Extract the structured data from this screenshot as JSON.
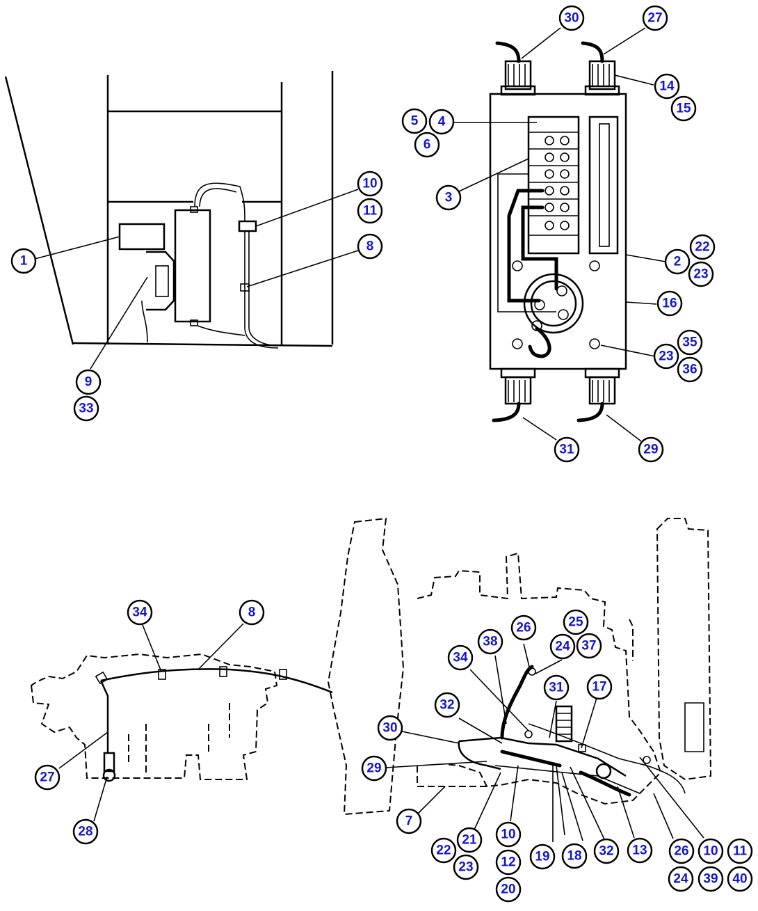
{
  "callouts": [
    {
      "id": "c-1",
      "label": "1"
    },
    {
      "id": "c-2",
      "label": "2"
    },
    {
      "id": "c-3",
      "label": "3"
    },
    {
      "id": "c-4",
      "label": "4"
    },
    {
      "id": "c-5",
      "label": "5"
    },
    {
      "id": "c-6",
      "label": "6"
    },
    {
      "id": "c-7",
      "label": "7"
    },
    {
      "id": "c-8a",
      "label": "8"
    },
    {
      "id": "c-8b",
      "label": "8"
    },
    {
      "id": "c-9",
      "label": "9"
    },
    {
      "id": "c-10a",
      "label": "10"
    },
    {
      "id": "c-10b",
      "label": "10"
    },
    {
      "id": "c-10c",
      "label": "10"
    },
    {
      "id": "c-11a",
      "label": "11"
    },
    {
      "id": "c-11b",
      "label": "11"
    },
    {
      "id": "c-12",
      "label": "12"
    },
    {
      "id": "c-13",
      "label": "13"
    },
    {
      "id": "c-14",
      "label": "14"
    },
    {
      "id": "c-15",
      "label": "15"
    },
    {
      "id": "c-16",
      "label": "16"
    },
    {
      "id": "c-17",
      "label": "17"
    },
    {
      "id": "c-18",
      "label": "18"
    },
    {
      "id": "c-19",
      "label": "19"
    },
    {
      "id": "c-20",
      "label": "20"
    },
    {
      "id": "c-21",
      "label": "21"
    },
    {
      "id": "c-22a",
      "label": "22"
    },
    {
      "id": "c-22b",
      "label": "22"
    },
    {
      "id": "c-23a",
      "label": "23"
    },
    {
      "id": "c-23b",
      "label": "23"
    },
    {
      "id": "c-23c",
      "label": "23"
    },
    {
      "id": "c-24a",
      "label": "24"
    },
    {
      "id": "c-24b",
      "label": "24"
    },
    {
      "id": "c-25",
      "label": "25"
    },
    {
      "id": "c-26a",
      "label": "26"
    },
    {
      "id": "c-26b",
      "label": "26"
    },
    {
      "id": "c-27a",
      "label": "27"
    },
    {
      "id": "c-27b",
      "label": "27"
    },
    {
      "id": "c-28",
      "label": "28"
    },
    {
      "id": "c-29a",
      "label": "29"
    },
    {
      "id": "c-29b",
      "label": "29"
    },
    {
      "id": "c-30a",
      "label": "30"
    },
    {
      "id": "c-30b",
      "label": "30"
    },
    {
      "id": "c-31a",
      "label": "31"
    },
    {
      "id": "c-31b",
      "label": "31"
    },
    {
      "id": "c-32a",
      "label": "32"
    },
    {
      "id": "c-32b",
      "label": "32"
    },
    {
      "id": "c-33",
      "label": "33"
    },
    {
      "id": "c-34a",
      "label": "34"
    },
    {
      "id": "c-34b",
      "label": "34"
    },
    {
      "id": "c-35",
      "label": "35"
    },
    {
      "id": "c-36",
      "label": "36"
    },
    {
      "id": "c-37",
      "label": "37"
    },
    {
      "id": "c-38",
      "label": "38"
    },
    {
      "id": "c-39",
      "label": "39"
    },
    {
      "id": "c-40",
      "label": "40"
    }
  ],
  "colors": {
    "callout_text": "#1515c8",
    "line": "#000000"
  }
}
